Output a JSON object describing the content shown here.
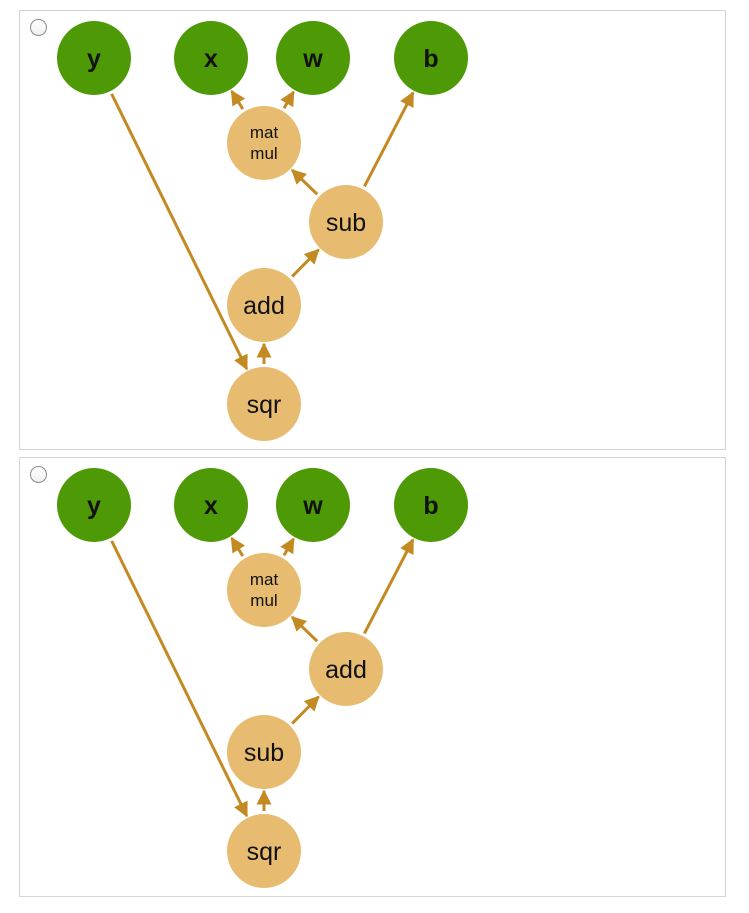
{
  "colors": {
    "leaf_fill": "#4e9a06",
    "op_fill": "#e7bc70",
    "arrow": "#c48a22",
    "border": "#d4d4d4"
  },
  "options": [
    {
      "nodes": {
        "y": {
          "label": "y",
          "kind": "leaf"
        },
        "x": {
          "label": "x",
          "kind": "leaf"
        },
        "w": {
          "label": "w",
          "kind": "leaf"
        },
        "b": {
          "label": "b",
          "kind": "leaf"
        },
        "matmul": {
          "lines": [
            "mat",
            "mul"
          ],
          "kind": "op"
        },
        "upper": {
          "label": "sub",
          "kind": "op"
        },
        "lower": {
          "label": "add",
          "kind": "op"
        },
        "sqr": {
          "label": "sqr",
          "kind": "op"
        }
      },
      "edges": [
        {
          "from": "matmul",
          "to": "x"
        },
        {
          "from": "matmul",
          "to": "w"
        },
        {
          "from": "upper",
          "to": "matmul"
        },
        {
          "from": "upper",
          "to": "b"
        },
        {
          "from": "lower",
          "to": "upper"
        },
        {
          "from": "sqr",
          "to": "lower"
        },
        {
          "from": "y",
          "to": "sqr"
        }
      ]
    },
    {
      "nodes": {
        "y": {
          "label": "y",
          "kind": "leaf"
        },
        "x": {
          "label": "x",
          "kind": "leaf"
        },
        "w": {
          "label": "w",
          "kind": "leaf"
        },
        "b": {
          "label": "b",
          "kind": "leaf"
        },
        "matmul": {
          "lines": [
            "mat",
            "mul"
          ],
          "kind": "op"
        },
        "upper": {
          "label": "add",
          "kind": "op"
        },
        "lower": {
          "label": "sub",
          "kind": "op"
        },
        "sqr": {
          "label": "sqr",
          "kind": "op"
        }
      },
      "edges": [
        {
          "from": "matmul",
          "to": "x"
        },
        {
          "from": "matmul",
          "to": "w"
        },
        {
          "from": "upper",
          "to": "matmul"
        },
        {
          "from": "upper",
          "to": "b"
        },
        {
          "from": "lower",
          "to": "upper"
        },
        {
          "from": "sqr",
          "to": "lower"
        },
        {
          "from": "y",
          "to": "sqr"
        }
      ]
    }
  ]
}
